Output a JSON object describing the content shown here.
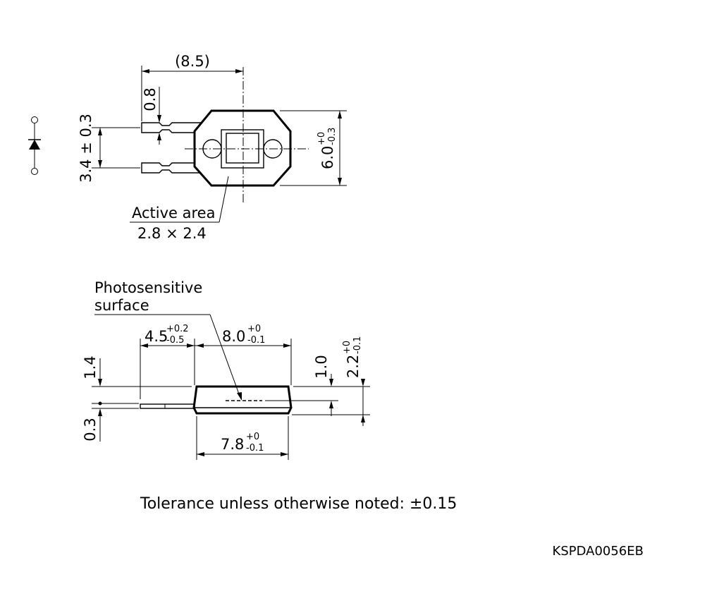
{
  "top_view": {
    "width_ref": "(8.5)",
    "lead_width": "0.8",
    "lead_pitch": "3.4 ± 0.3",
    "height_main": "6.0",
    "height_sup": "+0",
    "height_sub": "-0.3",
    "active_area_label": "Active area",
    "active_area_value": "2.8 × 2.4"
  },
  "side_view": {
    "photosensitive_label_1": "Photosensitive",
    "photosensitive_label_2": "surface",
    "lead_len_main": "4.5",
    "lead_len_sup": "+0.2",
    "lead_len_sub": "-0.5",
    "top_width_main": "8.0",
    "top_width_sup": "+0",
    "top_width_sub": "-0.1",
    "bottom_width_main": "7.8",
    "bottom_width_sup": "+0",
    "bottom_width_sub": "-0.1",
    "lead_height": "1.4",
    "lead_thickness": "0.3",
    "surface_depth": "1.0",
    "total_height_main": "2.2",
    "total_height_sup": "+0",
    "total_height_sub": "-0.1"
  },
  "tolerance_note": "Tolerance unless otherwise noted: ±0.15",
  "drawing_code": "KSPDA0056EB"
}
